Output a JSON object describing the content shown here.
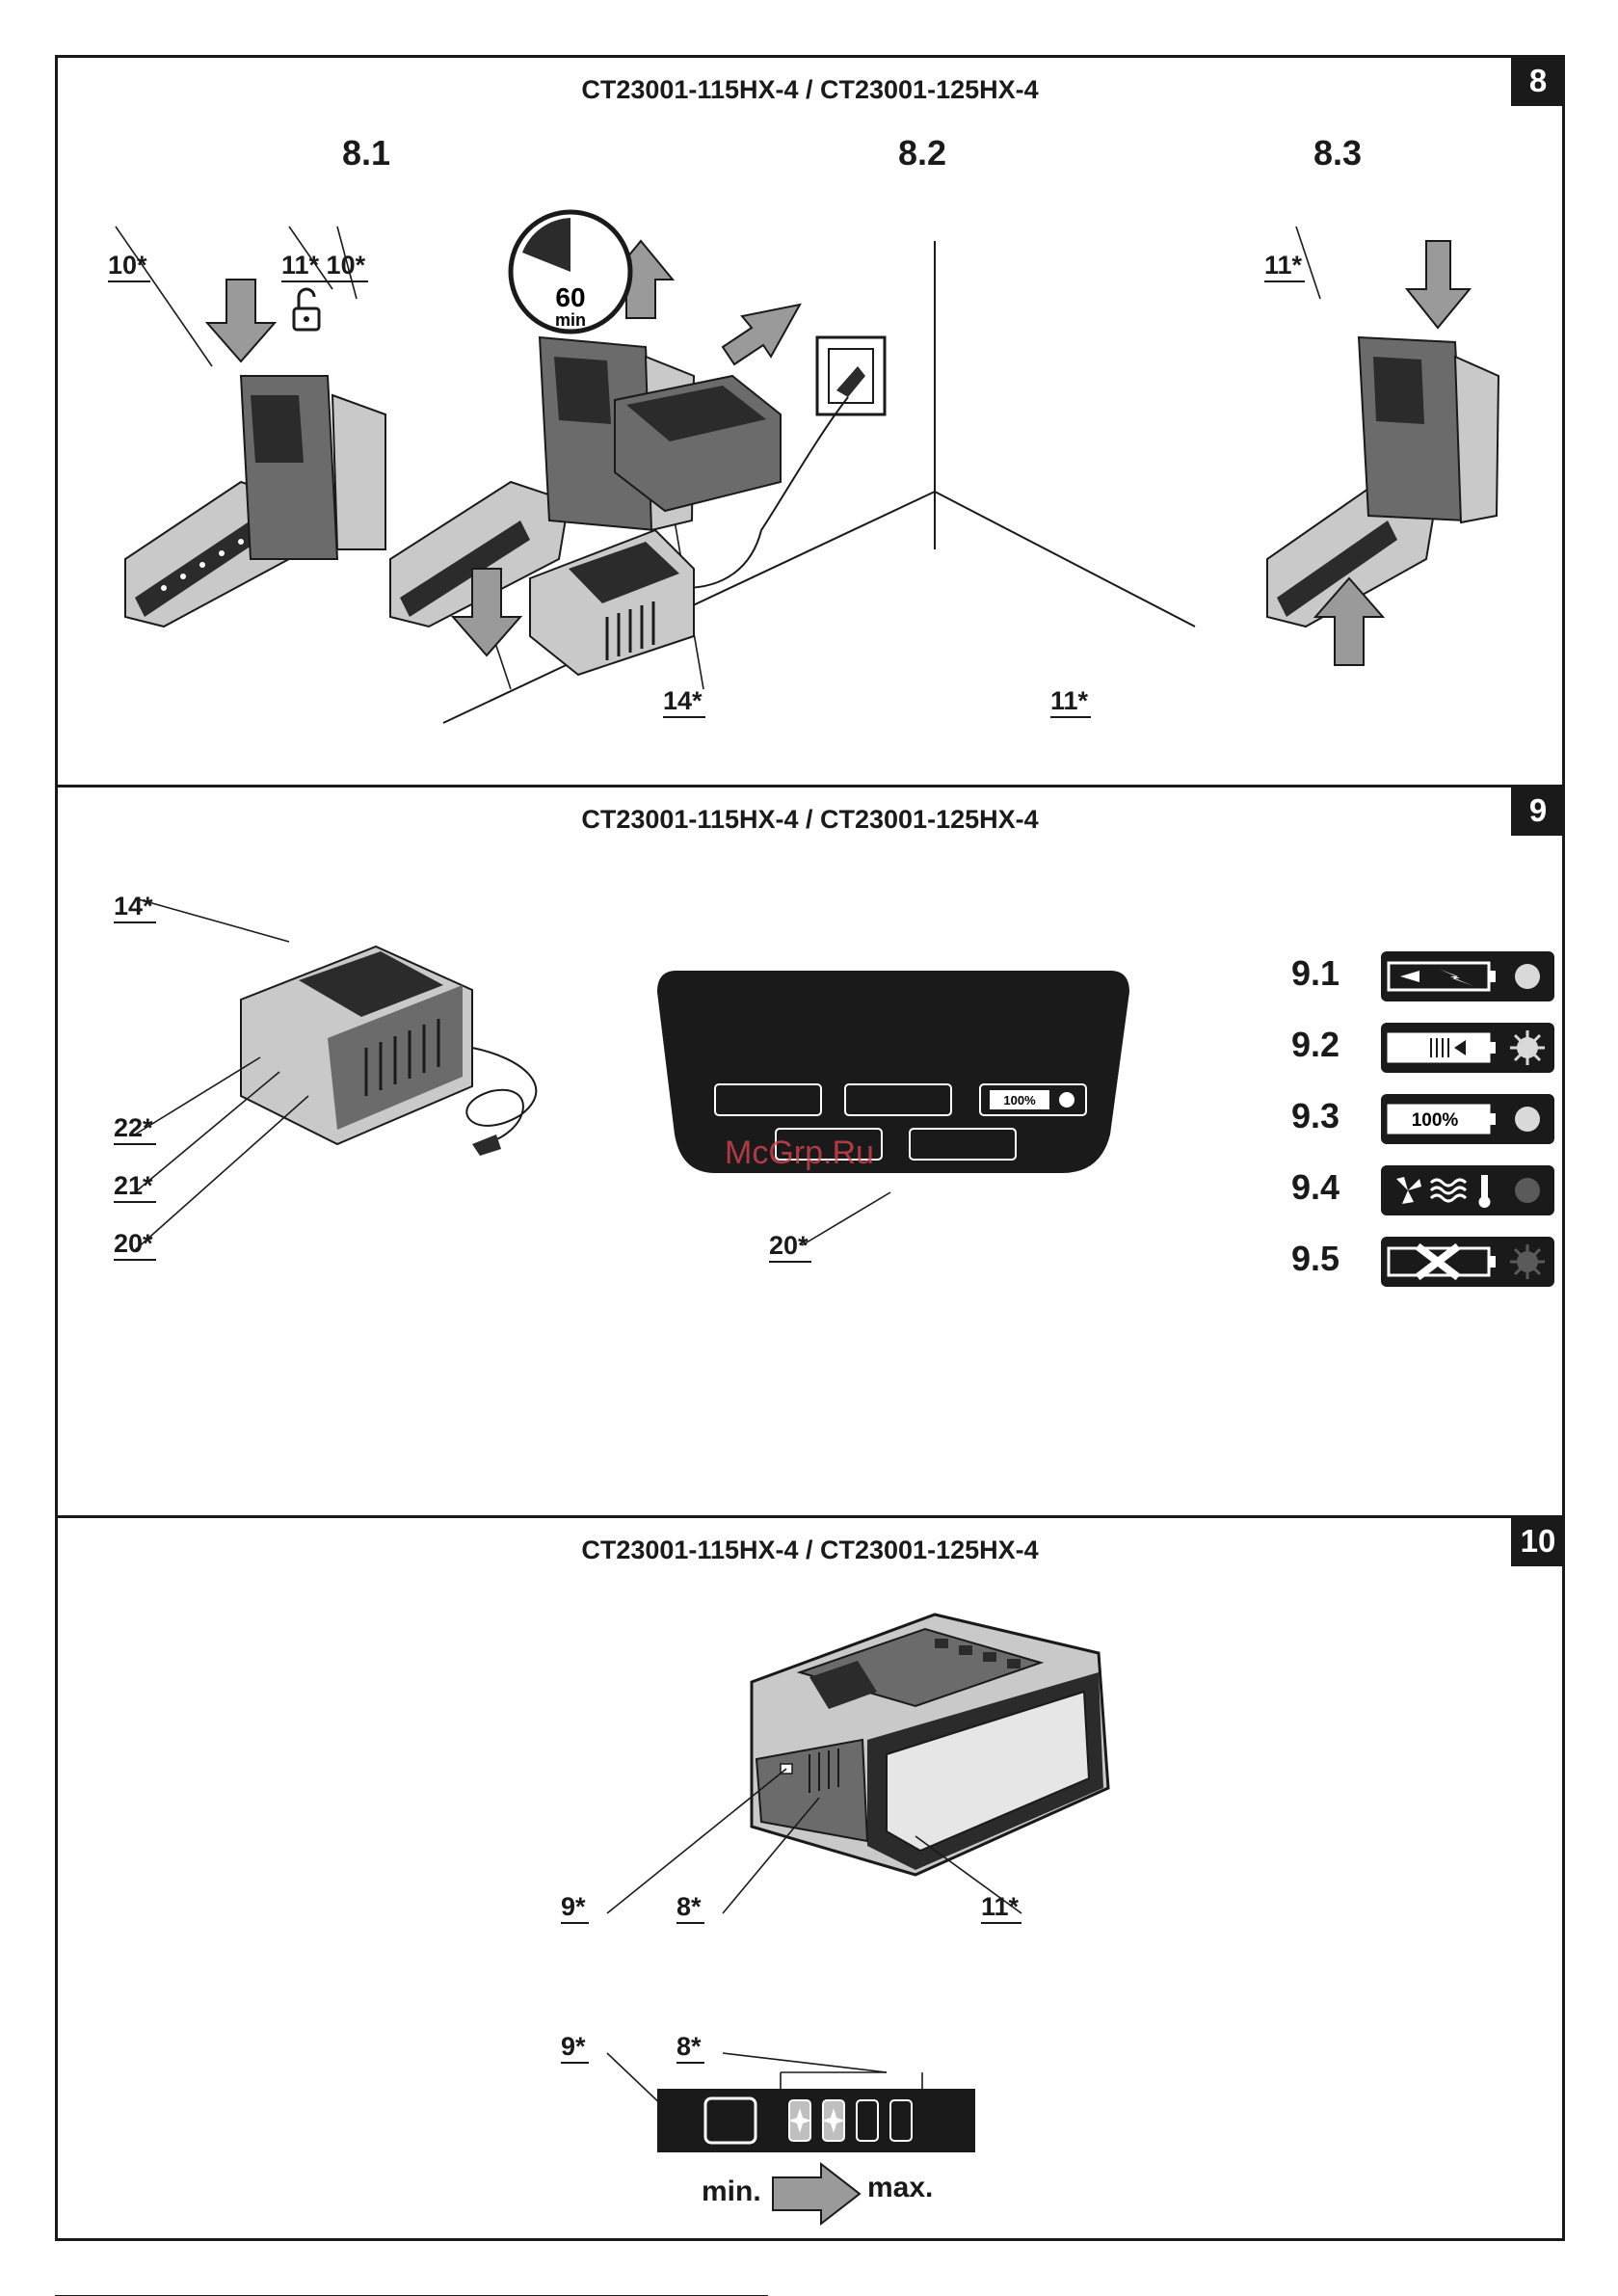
{
  "panels": [
    {
      "number": "8",
      "model": "CT23001-115HX-4 / CT23001-125HX-4",
      "subsections": [
        "8.1",
        "8.2",
        "8.3"
      ],
      "timer_value": "60",
      "timer_unit": "min",
      "callouts": [
        "10*",
        "11* 10*",
        "14*",
        "11*",
        "11*"
      ]
    },
    {
      "number": "9",
      "model": "CT23001-115HX-4 / CT23001-125HX-4",
      "callouts": [
        "14*",
        "22*",
        "21*",
        "20*",
        "20*"
      ],
      "indicator_labels": [
        "100%"
      ],
      "legend": [
        {
          "label": "9.1",
          "icon": "battery-charging-icon",
          "light": "steady"
        },
        {
          "label": "9.2",
          "icon": "battery-level-icon",
          "light": "flashing"
        },
        {
          "label": "9.3",
          "icon": "battery-full-icon",
          "text": "100%",
          "light": "steady"
        },
        {
          "label": "9.4",
          "icon": "fan-heat-thermometer-icon",
          "light": "dark"
        },
        {
          "label": "9.5",
          "icon": "battery-fault-icon",
          "light": "flashing-dark"
        }
      ]
    },
    {
      "number": "10",
      "model": "CT23001-115HX-4 / CT23001-125HX-4",
      "callouts": [
        "9*",
        "8*",
        "11*",
        "9*",
        "8*"
      ],
      "min_label": "min.",
      "max_label": "max."
    }
  ],
  "watermark": "McGrp.Ru",
  "colors": {
    "ink": "#1a1a1a",
    "arrow_fill": "#9a9a9a",
    "watermark": "#d6434f"
  }
}
